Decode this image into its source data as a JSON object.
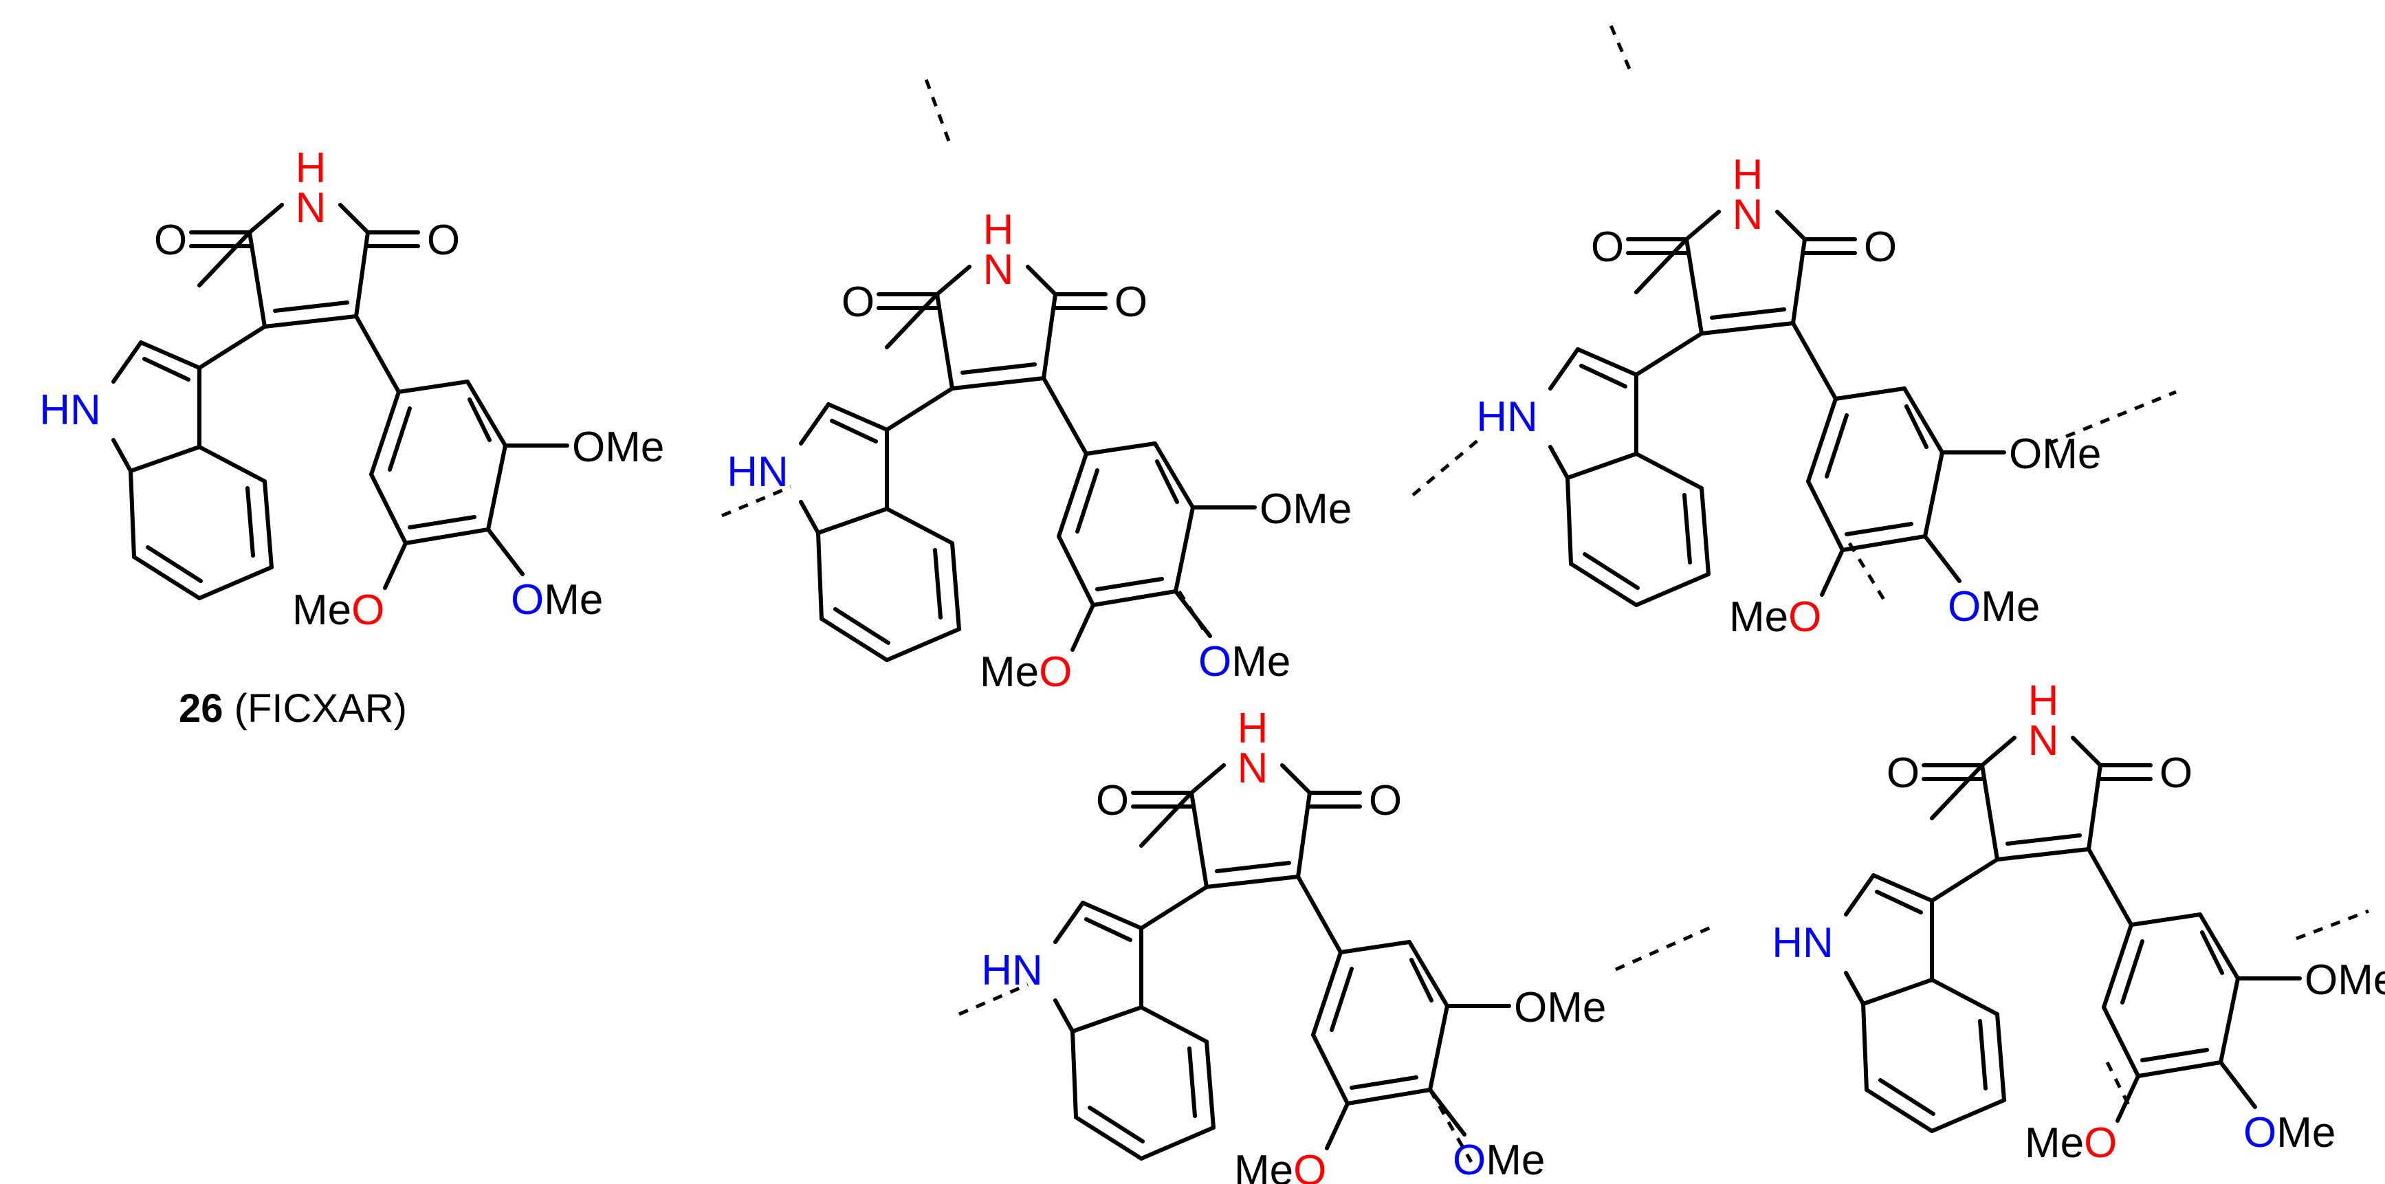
{
  "figure": {
    "caption_number": "26",
    "caption_refcode": " (FICXAR)"
  },
  "atom_labels": {
    "oxo": "O",
    "imide_n": "N",
    "imide_h": "H",
    "indole_nh": "HN",
    "methoxy_right": "OMe",
    "methoxy_left": "MeO"
  },
  "colors": {
    "bond": "#000000",
    "carbon_label": "#000000",
    "hbond_donor_acceptor_red": "#ff0000",
    "hbond_donor_acceptor_blue": "#0000ff"
  }
}
